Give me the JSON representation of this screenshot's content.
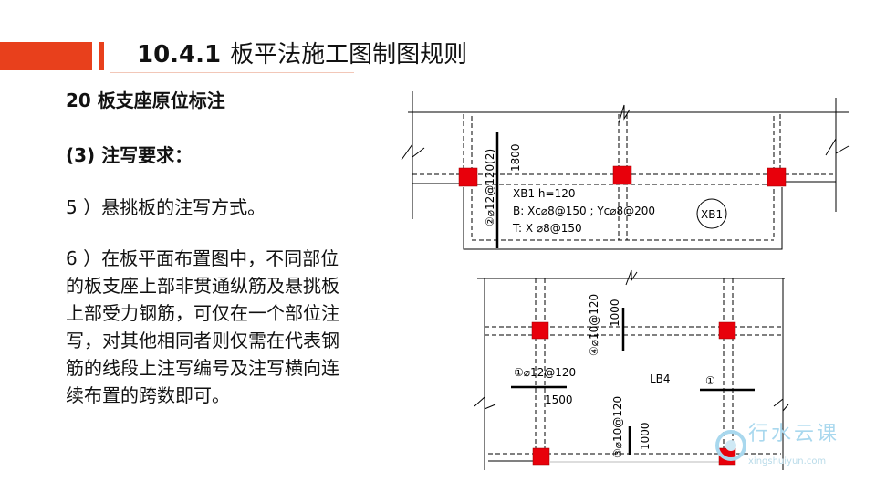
{
  "header": {
    "number": "10.4.1",
    "title": "板平法施工图制图规则",
    "accent": "#e8401c"
  },
  "content": {
    "section": "2",
    "section_suffix": "0 板支座原位标注",
    "sub": "(3)",
    "sub_text": " 注写要求：",
    "item5": "5 ）悬挑板的注写方式。",
    "item6": "6 ）在板平面布置图中，不同部位的板支座上部非贯通纵筋及悬挑板上部受力钢筋，可仅在一个部位注写，对其他相同者则仅需在代表钢筋的线段上注写编号及注写横向连续布置的跨数即可。"
  },
  "drawing_top": {
    "rebar_label": "②⌀12@120(2)",
    "rebar_length": "1800",
    "line1": "XB1   h=120",
    "line2": "B:  Xc⌀8@150 ; Yc⌀8@200",
    "line3": "T: X ⌀8@150",
    "tag": "XB1",
    "column_color": "#e8000b"
  },
  "drawing_bottom": {
    "rebar4_label": "④⌀10@120",
    "rebar4_length": "1000",
    "rebar1_label": "①⌀12@120",
    "rebar1_length": "1500",
    "slab": "LB4",
    "rebar1_ref": "①",
    "rebar3_label": "③⌀10@120",
    "rebar3_length": "1000"
  },
  "watermark": {
    "name": "行水云课",
    "url": "xingshuiyun.com"
  }
}
